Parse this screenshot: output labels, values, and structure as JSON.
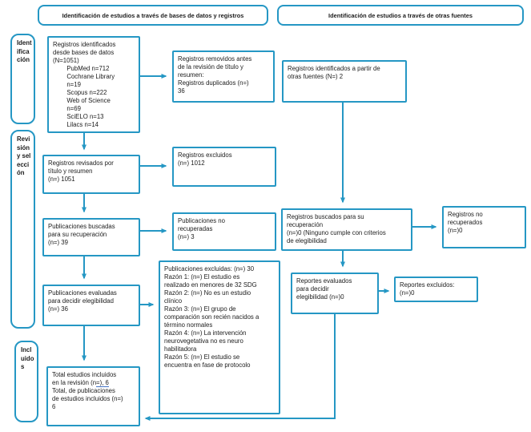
{
  "accent_color": "#2597c4",
  "grammar_mark_color": "#4472c4",
  "banners": {
    "databases": "Identificación de estudios a través de bases de datos y registros",
    "other_sources": "Identificación de estudios a través de otras fuentes"
  },
  "sidebar": {
    "identification": "Identificación",
    "screening": "Revisión y selección",
    "included": "Incluidos"
  },
  "boxes": {
    "records_identified_databases": "Registros identificados\ndesde bases de datos\n(N=1051)\n        PubMed n=712\n        Cochrane Library\n        n=19\n        Scopus n=222\n        Web of Science\n        n=69\n        SciELO n=13\n        Lilacs n=14",
    "records_removed": "Registros removidos antes\nde la revisión de título y\nresumen:\nRegistros duplicados (n=)\n36",
    "records_other_sources": "Registros identificados a partir de\notras fuentes (N=) 2",
    "records_screened": "Registros revisados por\ntítulo y resumen\n(n=) 1051",
    "records_excluded": "Registros excluidos\n(n=) 1012",
    "reports_sought": "Publicaciones buscadas\npara su recuperación\n(n=) 39",
    "reports_not_retrieved": "Publicaciones no\nrecuperadas\n(n=) 3",
    "records_sought_other": "Registros buscados para su\nrecuperación\n(n=)0 (Ninguno cumple con criterios\nde elegibilidad",
    "records_not_retrieved_other": "Registros no\nrecuperados\n(n=)0",
    "reports_assessed": "Publicaciones evaluadas\npara decidir elegibilidad\n(n=) 36",
    "reports_excluded_reasons": "Publicaciones excluidas: (n=) 30\nRazón 1: (n=) El estudio es\nrealizado en menores de 32 SDG\nRazón 2: (n=) No es un estudio\nclínico\nRazón 3: (n=) El grupo de\ncomparación son recién nacidos a\ntérmino normales\nRazón 4: (n=) La intervención\nneurovegetativa no es neuro\nhabilitadora\nRazón 5: (n=) El estudio se\nencuentra en fase de protocolo",
    "reports_assessed_other": "Reportes evaluados\npara decidir\nelegibilidad (n=)0",
    "reports_excluded_other": "Reportes excluidos:\n(n=)0",
    "total_included": {
      "text_start": "Total estudios incluidos\nen la revisión (n",
      "text_marked": "=), 6",
      "text_end": "\nTotal, de publicaciones\nde estudios incluidos (n=)\n6"
    }
  }
}
